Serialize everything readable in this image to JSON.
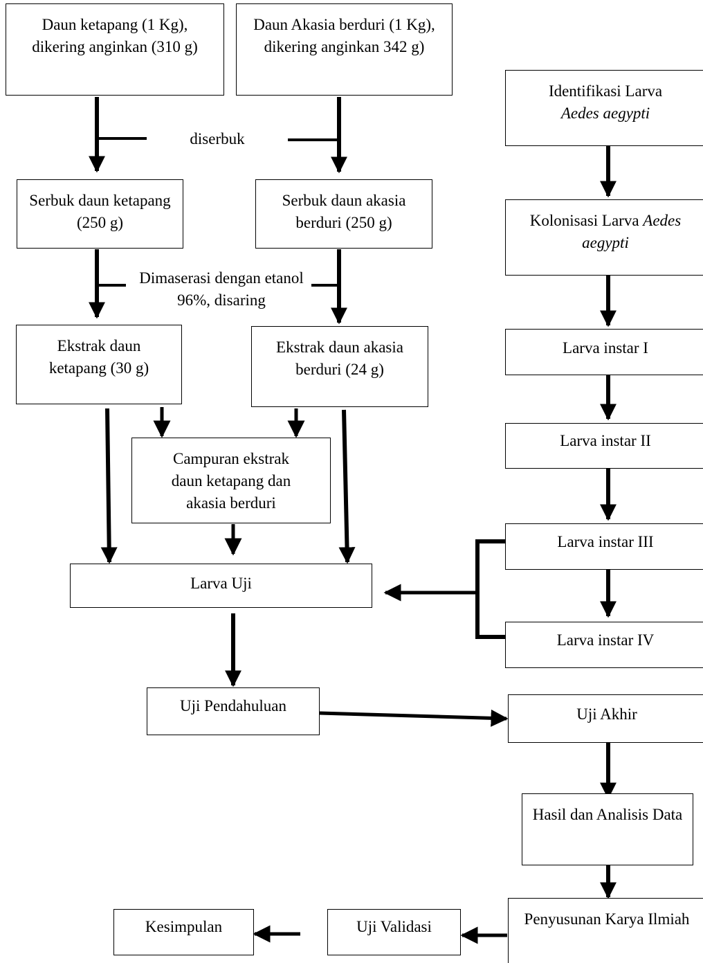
{
  "diagram": {
    "nodes": {
      "daun_ketapang": "Daun ketapang (1 Kg), dikering  anginkan (310 g)",
      "daun_akasia": "Daun Akasia berduri (1 Kg), dikering anginkan 342 g)",
      "serbuk_ketapang": "Serbuk daun ketapang (250 g)",
      "serbuk_akasia": "Serbuk daun akasia berduri (250 g)",
      "ekstrak_ketapang": "Ekstrak daun ketapang (30 g)",
      "ekstrak_akasia": "Ekstrak daun akasia berduri (24 g)",
      "campuran": "Campuran ekstrak daun ketapang dan akasia berduri",
      "larva_uji": "Larva Uji",
      "uji_pendahuluan": "Uji Pendahuluan",
      "identifikasi_text": "Identifikasi Larva",
      "identifikasi_italic": "Aedes aegypti",
      "kolonisasi_text": "Kolonisasi Larva",
      "kolonisasi_italic1": "Aedes",
      "kolonisasi_italic2": "aegypti",
      "instar1": "Larva instar I",
      "instar2": "Larva instar II",
      "instar3": "Larva instar III",
      "instar4": "Larva instar IV",
      "uji_akhir": "Uji Akhir",
      "hasil": "Hasil dan Analisis Data",
      "penyusunan": "Penyusunan Karya Ilmiah",
      "uji_validasi": "Uji Validasi",
      "kesimpulan": "Kesimpulan"
    },
    "labels": {
      "diserbuk": "diserbuk",
      "dimaserasi_line1": "Dimaserasi dengan etanol",
      "dimaserasi_line2": "96%, disaring"
    },
    "colors": {
      "line": "#000000",
      "box_border": "#000000",
      "background": "#ffffff"
    }
  }
}
